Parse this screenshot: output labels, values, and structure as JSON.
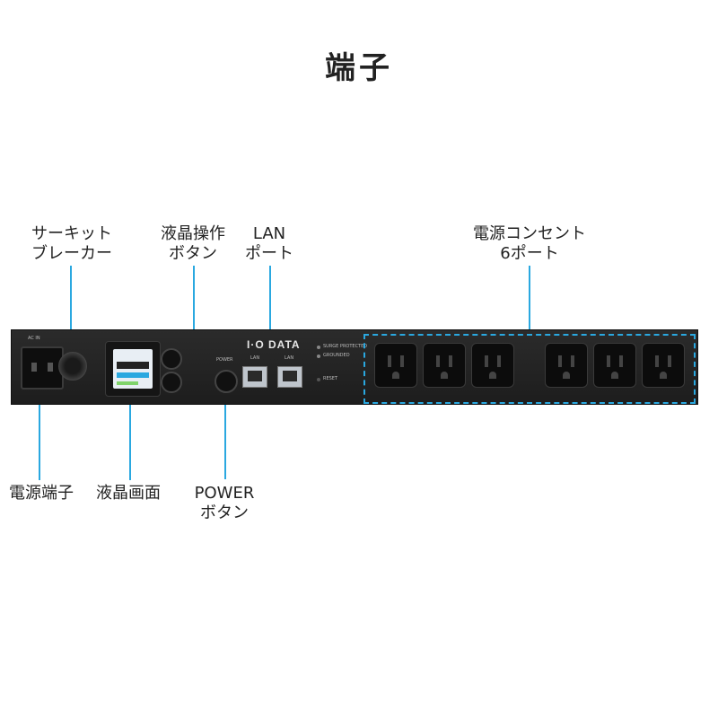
{
  "title": "端子",
  "callouts": {
    "circuit_breaker": [
      "サーキット",
      "ブレーカー"
    ],
    "lcd_buttons": [
      "液晶操作",
      "ボタン"
    ],
    "lan_port": [
      "LAN",
      "ポート"
    ],
    "outlets": [
      "電源コンセント",
      "6ポート"
    ],
    "power_terminal": [
      "電源端子"
    ],
    "lcd_screen": [
      "液晶画面"
    ],
    "power_button": [
      "POWER",
      "ボタン"
    ]
  },
  "device": {
    "brand_logo": "I·O DATA",
    "inlet_label": "AC IN",
    "power_label": "POWER",
    "lan_labels": [
      "LAN",
      "LAN"
    ],
    "status_labels": [
      "SURGE PROTECTED",
      "GROUNDED"
    ],
    "reset_label": "RESET"
  },
  "colors": {
    "accent": "#2aa8e0",
    "device_body": "#262626"
  }
}
